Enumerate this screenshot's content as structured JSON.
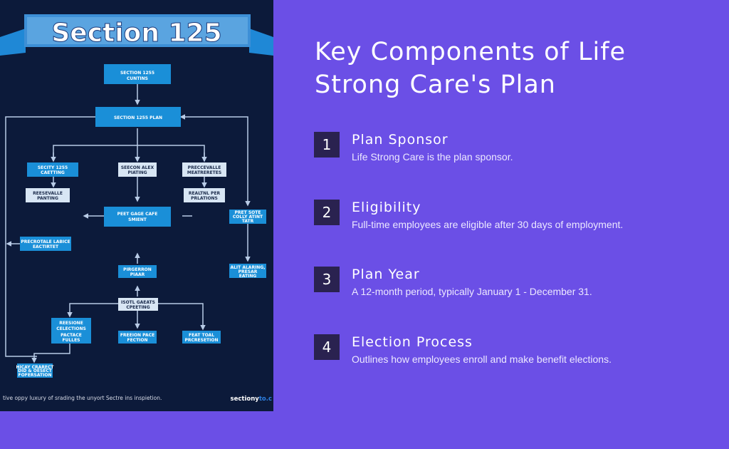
{
  "infographic": {
    "banner_title": "Section 125",
    "footer_caption": "tive oppy luxury of srading the unyort Sectre ins inspietion.",
    "footer_brand_main": "sectiony",
    "footer_brand_accent": "to.c",
    "boxes": [
      {
        "lines": [
          "SECTION 1255",
          "CUNTINS"
        ]
      },
      {
        "lines": [
          "SECTION 1255 PLAN"
        ]
      },
      {
        "lines": [
          "SECITY 1255",
          "CAETTING"
        ]
      },
      {
        "lines": [
          "SEECON ALEX",
          "PIATING"
        ]
      },
      {
        "lines": [
          "PRECCEVALLE",
          "MEATRERETES"
        ]
      },
      {
        "lines": [
          "REESEVALLE",
          "PANTING"
        ]
      },
      {
        "lines": [
          "REALTNL PER",
          "PRLATIONS"
        ]
      },
      {
        "lines": [
          "PEET GAGE CAFE",
          "SMIENT"
        ]
      },
      {
        "lines": [
          "PRET SOTE",
          "COLLY ATINT",
          "TATR"
        ]
      },
      {
        "lines": [
          "PRECROTALE LABICE",
          "EACTIRTET"
        ]
      },
      {
        "lines": [
          "PIRGERRON",
          "PIAAR"
        ]
      },
      {
        "lines": [
          "ALIT ALARING,",
          "PRESAR",
          "EATING"
        ]
      },
      {
        "lines": [
          "ISOTL GAEATS",
          "CPEETING"
        ]
      },
      {
        "lines": [
          "REESIONE",
          "CELECTIONS",
          "PACTACE",
          "FULLES"
        ]
      },
      {
        "lines": [
          "FREEION PACE",
          "FECTION"
        ]
      },
      {
        "lines": [
          "FEAT TOAL",
          "PRCRESETION"
        ]
      },
      {
        "lines": [
          "HICAY CRARECT",
          "DID & OESECT",
          "FOFERSATION"
        ]
      }
    ]
  },
  "main": {
    "title_line1": "Key Components of Life",
    "title_line2": "Strong Care's Plan",
    "items": [
      {
        "number": "1",
        "heading": "Plan Sponsor",
        "description": "Life Strong Care is the plan sponsor."
      },
      {
        "number": "2",
        "heading": "Eligibility",
        "description": "Full-time employees are eligible after 30 days of employment."
      },
      {
        "number": "3",
        "heading": "Plan Year",
        "description": "A 12-month period, typically January 1 - December 31."
      },
      {
        "number": "4",
        "heading": "Election Process",
        "description": "Outlines how employees enroll and make benefit elections."
      }
    ]
  },
  "colors": {
    "background": "#6b4fe6",
    "panel": "#0c1a3a",
    "box_blue": "#1a8fd8",
    "box_light": "#d8e6f4",
    "number_box": "#2a2250"
  }
}
